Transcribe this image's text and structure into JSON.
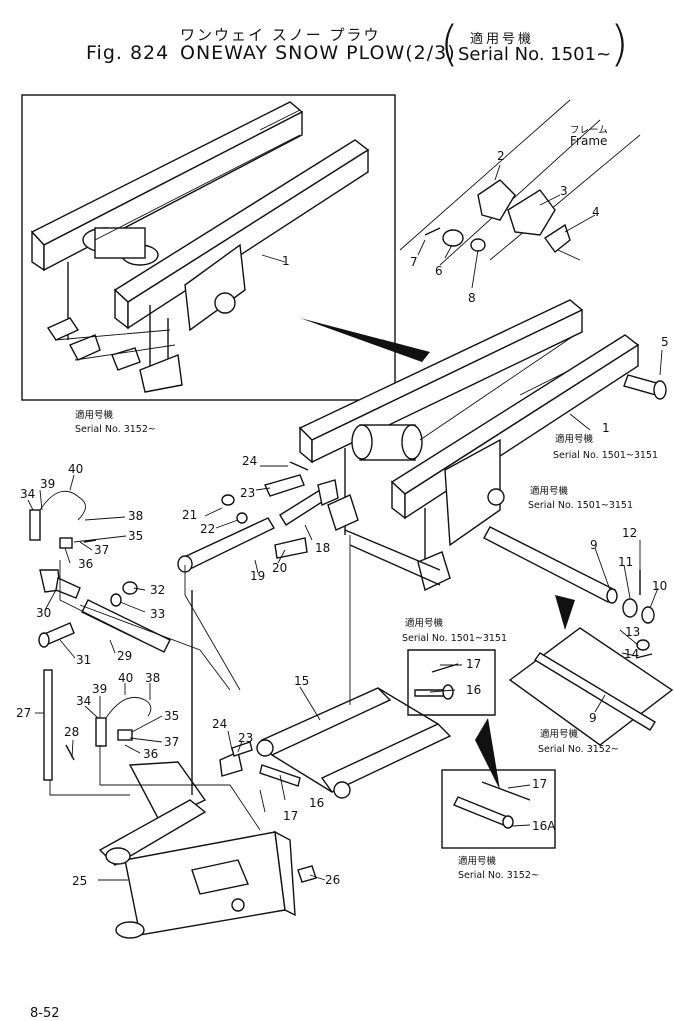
{
  "header": {
    "title_jp": "ワンウェイ スノー プラウ",
    "fig_label": "Fig. 824",
    "title_en": "ONEWAY SNOW PLOW(2/3)",
    "serial_jp": "適用号機",
    "serial_en": "Serial No. 1501~"
  },
  "notes": {
    "frame_jp": "フレーム",
    "frame_en": "Frame",
    "inset_serial_jp": "適用号機",
    "inset_serial": "Serial No. 3152~",
    "main_serial_jp": "適用号機",
    "main_serial": "Serial No. 1501~3151",
    "pin_serial_jp": "適用号機",
    "pin_serial": "Serial No. 1501~3151",
    "part16_serial_jp": "適用号機",
    "part16_serial": "Serial No. 1501~3151",
    "part9b_serial_jp": "適用号機",
    "part9b_serial": "Serial No. 3152~",
    "part16a_serial_jp": "適用号機",
    "part16a_serial": "Serial No. 3152~"
  },
  "callouts": {
    "c1a": "1",
    "c1b": "1",
    "c2": "2",
    "c3": "3",
    "c4": "4",
    "c5": "5",
    "c6": "6",
    "c7": "7",
    "c8": "8",
    "c9a": "9",
    "c9b": "9",
    "c10": "10",
    "c11": "11",
    "c12": "12",
    "c13": "13",
    "c14": "14",
    "c15": "15",
    "c16a": "16",
    "c16b": "16",
    "c16A": "16A",
    "c17a": "17",
    "c17b": "17",
    "c17c": "17",
    "c18": "18",
    "c19": "19",
    "c20": "20",
    "c21": "21",
    "c22": "22",
    "c23a": "23",
    "c23b": "23",
    "c24a": "24",
    "c24b": "24",
    "c25": "25",
    "c26": "26",
    "c27": "27",
    "c28": "28",
    "c29": "29",
    "c30": "30",
    "c31": "31",
    "c32": "32",
    "c33": "33",
    "c34a": "34",
    "c34b": "34",
    "c35a": "35",
    "c35b": "35",
    "c36a": "36",
    "c36b": "36",
    "c37a": "37",
    "c37b": "37",
    "c38a": "38",
    "c38b": "38",
    "c39a": "39",
    "c39b": "39",
    "c40a": "40",
    "c40b": "40"
  },
  "footer": {
    "page": "8-52"
  }
}
